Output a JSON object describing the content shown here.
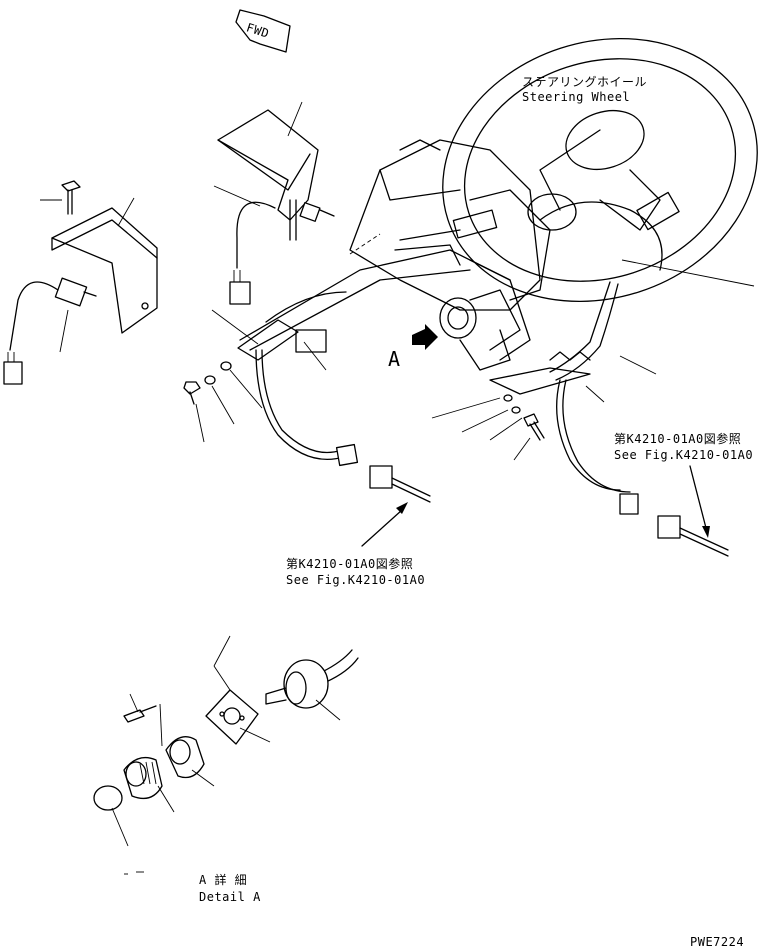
{
  "labels": {
    "fwd": "FWD",
    "steering_jp": "ステアリングホイール",
    "steering_en": "Steering Wheel",
    "ref_right_jp": "第K4210-01A0図参照",
    "ref_right_en": "See Fig.K4210-01A0",
    "ref_center_jp": "第K4210-01A0図参照",
    "ref_center_en": "See Fig.K4210-01A0",
    "view_a": "A",
    "detail_jp": "A 詳 細",
    "detail_en": "Detail A",
    "drawing_no": "PWE7224"
  }
}
